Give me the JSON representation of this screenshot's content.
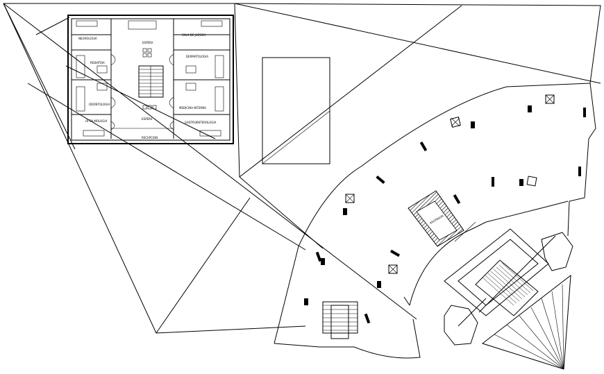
{
  "drawing": {
    "room_labels": {
      "neurologia": "NEUROLOGIA",
      "sala_de_juegos": "SALA DE JUEGOS",
      "espera_top": "ESPERA",
      "pediatria": "PEDIATRIA",
      "dermatologia": "DERMATOLOGIA",
      "odontologia": "ODONTOLOGIA",
      "medicina_interna": "MEDICINA INTERNA",
      "oftalmologia": "OFTALMOLOGIA",
      "espera_bottom": "ESPERA",
      "gastroenterologia": "GASTROENTEROLOGIA",
      "recepcion": "RECEPCION",
      "ascensor": "ASCENSOR"
    }
  }
}
